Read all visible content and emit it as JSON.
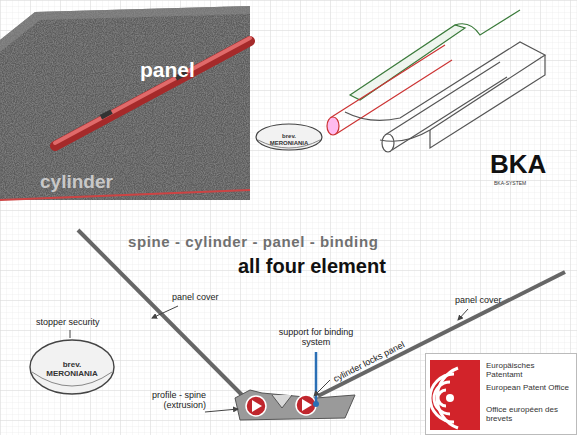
{
  "diagram": {
    "title": "spine - cylinder - panel - binding",
    "nodes": [
      {
        "text": [
          "panel",
          "cylinder"
        ]
      },
      {
        "text": [
          "Europäisches Patentamt",
          "European Patent Office",
          "Office européen des brevets"
        ]
      }
    ],
    "labels": [
      "all four element",
      "panel cover",
      "panel cover",
      "stopper security",
      "support for binding system",
      "profile - spine (extrusion)",
      "cylinder locks panel",
      "brev. MERONIANIA",
      "brev. MERONIANIA",
      "BKA",
      "BKA-SYSTEM"
    ]
  }
}
